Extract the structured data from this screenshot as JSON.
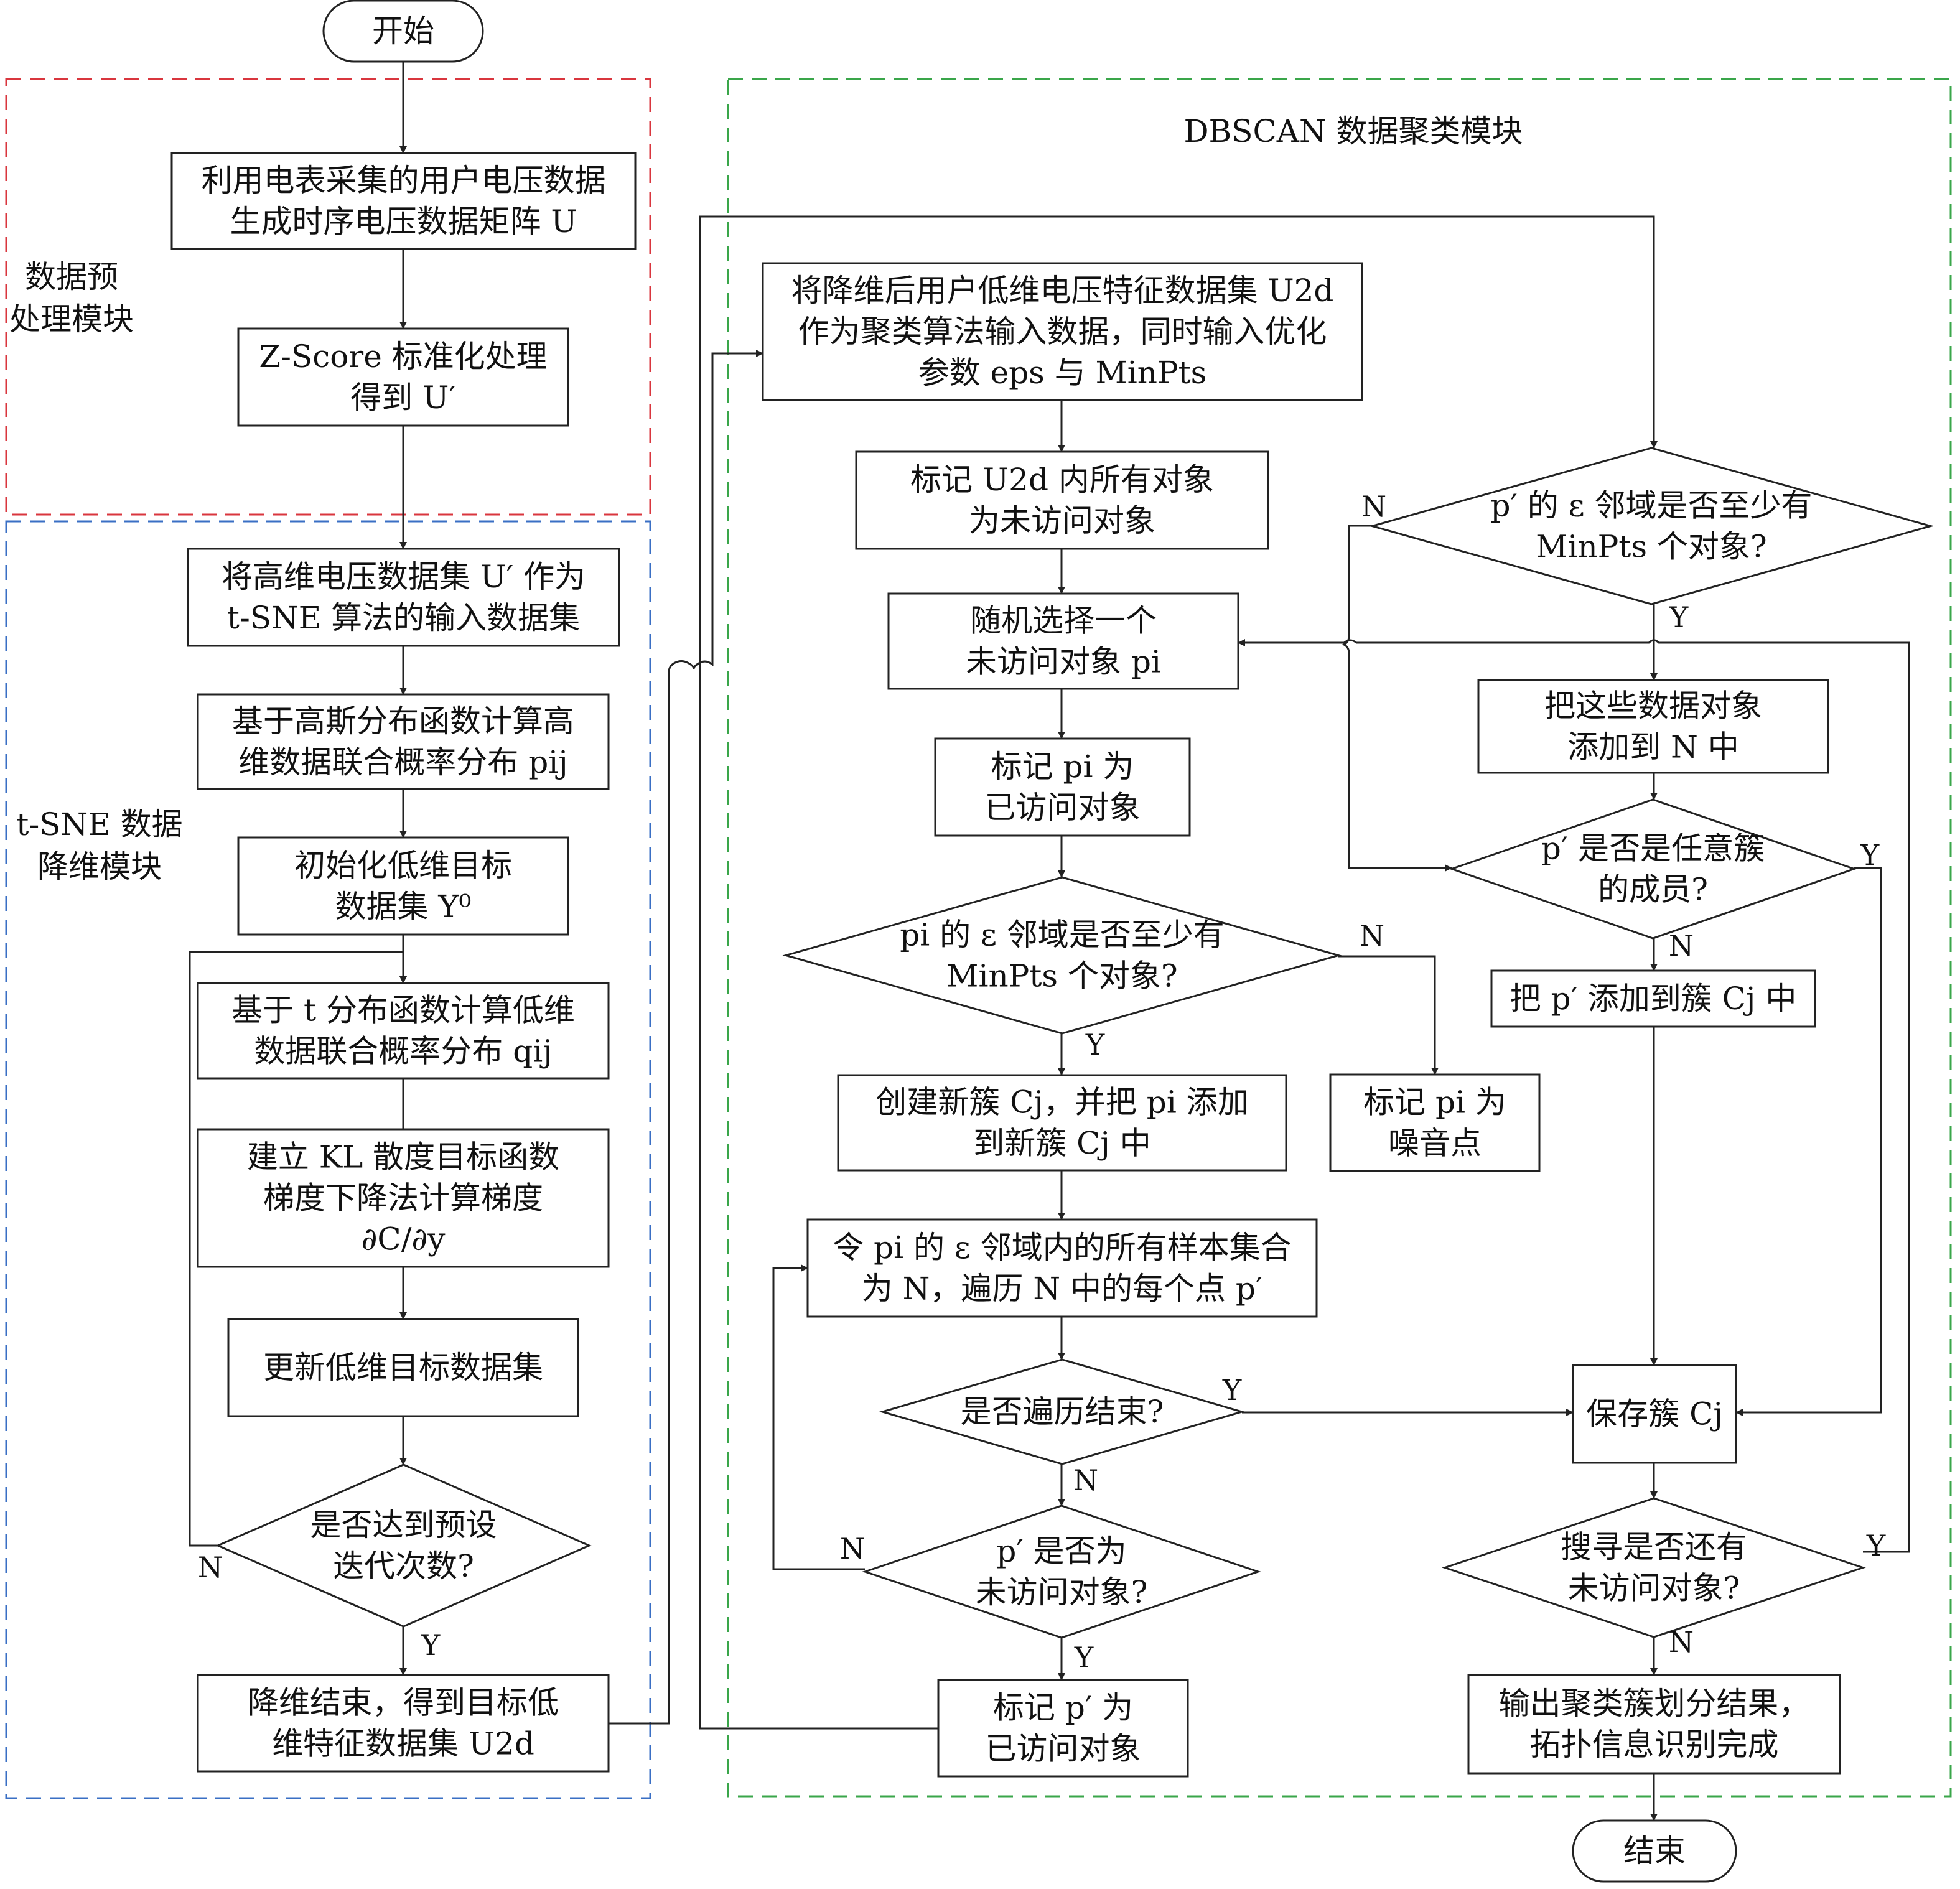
{
  "modules": {
    "preprocess": {
      "label": [
        "数据预",
        "处理模块"
      ],
      "color": "#d9363e"
    },
    "tsne": {
      "label": [
        "t-SNE 数据",
        "降维模块"
      ],
      "color": "#3a6fc4"
    },
    "dbscan": {
      "label": [
        "DBSCAN 数据聚类模块"
      ],
      "color": "#3aa64a"
    }
  },
  "nodes": {
    "start": {
      "lines": [
        "开始"
      ]
    },
    "n1": {
      "lines": [
        "利用电表采集的用户电压数据",
        "生成时序电压数据矩阵 U"
      ]
    },
    "n2": {
      "lines": [
        "Z-Score 标准化处理",
        "得到 U′"
      ]
    },
    "t1": {
      "lines": [
        "将高维电压数据集 U′ 作为",
        "t-SNE 算法的输入数据集"
      ]
    },
    "t2": {
      "lines": [
        "基于高斯分布函数计算高",
        "维数据联合概率分布 pij"
      ]
    },
    "t3": {
      "lines": [
        "初始化低维目标",
        "数据集 Y⁰"
      ]
    },
    "t4": {
      "lines": [
        "基于 t 分布函数计算低维",
        "数据联合概率分布 qij"
      ]
    },
    "t5": {
      "lines": [
        "建立 KL 散度目标函数",
        "梯度下降法计算梯度",
        "∂C/∂y"
      ]
    },
    "t6": {
      "lines": [
        "更新低维目标数据集"
      ]
    },
    "t7": {
      "lines": [
        "是否达到预设",
        "迭代次数?"
      ]
    },
    "t8": {
      "lines": [
        "降维结束，得到目标低",
        "维特征数据集 U2d"
      ]
    },
    "d1": {
      "lines": [
        "将降维后用户低维电压特征数据集 U2d",
        "作为聚类算法输入数据，同时输入优化",
        "参数 eps 与 MinPts"
      ]
    },
    "d2": {
      "lines": [
        "标记 U2d 内所有对象",
        "为未访问对象"
      ]
    },
    "d3": {
      "lines": [
        "随机选择一个",
        "未访问对象 pi"
      ]
    },
    "d4": {
      "lines": [
        "标记 pi 为",
        "已访问对象"
      ]
    },
    "d5": {
      "lines": [
        "pi 的 ε 邻域是否至少有",
        "MinPts 个对象?"
      ]
    },
    "d6": {
      "lines": [
        "创建新簇 Cj，并把 pi 添加",
        "到新簇 Cj 中"
      ]
    },
    "d7": {
      "lines": [
        "标记 pi 为",
        "噪音点"
      ]
    },
    "d8": {
      "lines": [
        "令 pi 的 ε 邻域内的所有样本集合",
        "为 N，遍历 N 中的每个点 p′"
      ]
    },
    "d9": {
      "lines": [
        "是否遍历结束?"
      ]
    },
    "d10": {
      "lines": [
        "p′ 是否为",
        "未访问对象?"
      ]
    },
    "d11": {
      "lines": [
        "标记 p′ 为",
        "已访问对象"
      ]
    },
    "r1": {
      "lines": [
        "p′ 的 ε 邻域是否至少有",
        "MinPts 个对象?"
      ]
    },
    "r2": {
      "lines": [
        "把这些数据对象",
        "添加到 N 中"
      ]
    },
    "r3": {
      "lines": [
        "p′ 是否是任意簇",
        "的成员?"
      ]
    },
    "r4": {
      "lines": [
        "把 p′ 添加到簇 Cj 中"
      ]
    },
    "r5": {
      "lines": [
        "保存簇 Cj"
      ]
    },
    "r6": {
      "lines": [
        "搜寻是否还有",
        "未访问对象?"
      ]
    },
    "r7": {
      "lines": [
        "输出聚类簇划分结果，",
        "拓扑信息识别完成"
      ]
    },
    "end": {
      "lines": [
        "结束"
      ]
    }
  },
  "edge_labels": {
    "t7_no": "N",
    "t7_yes": "Y",
    "d5_yes": "Y",
    "d5_no": "N",
    "d9_yes": "Y",
    "d9_no": "N",
    "d10_no": "N",
    "d10_yes": "Y",
    "r1_no": "N",
    "r1_yes": "Y",
    "r3_yes": "Y",
    "r3_no": "N",
    "r6_yes": "Y",
    "r6_no": "N"
  }
}
